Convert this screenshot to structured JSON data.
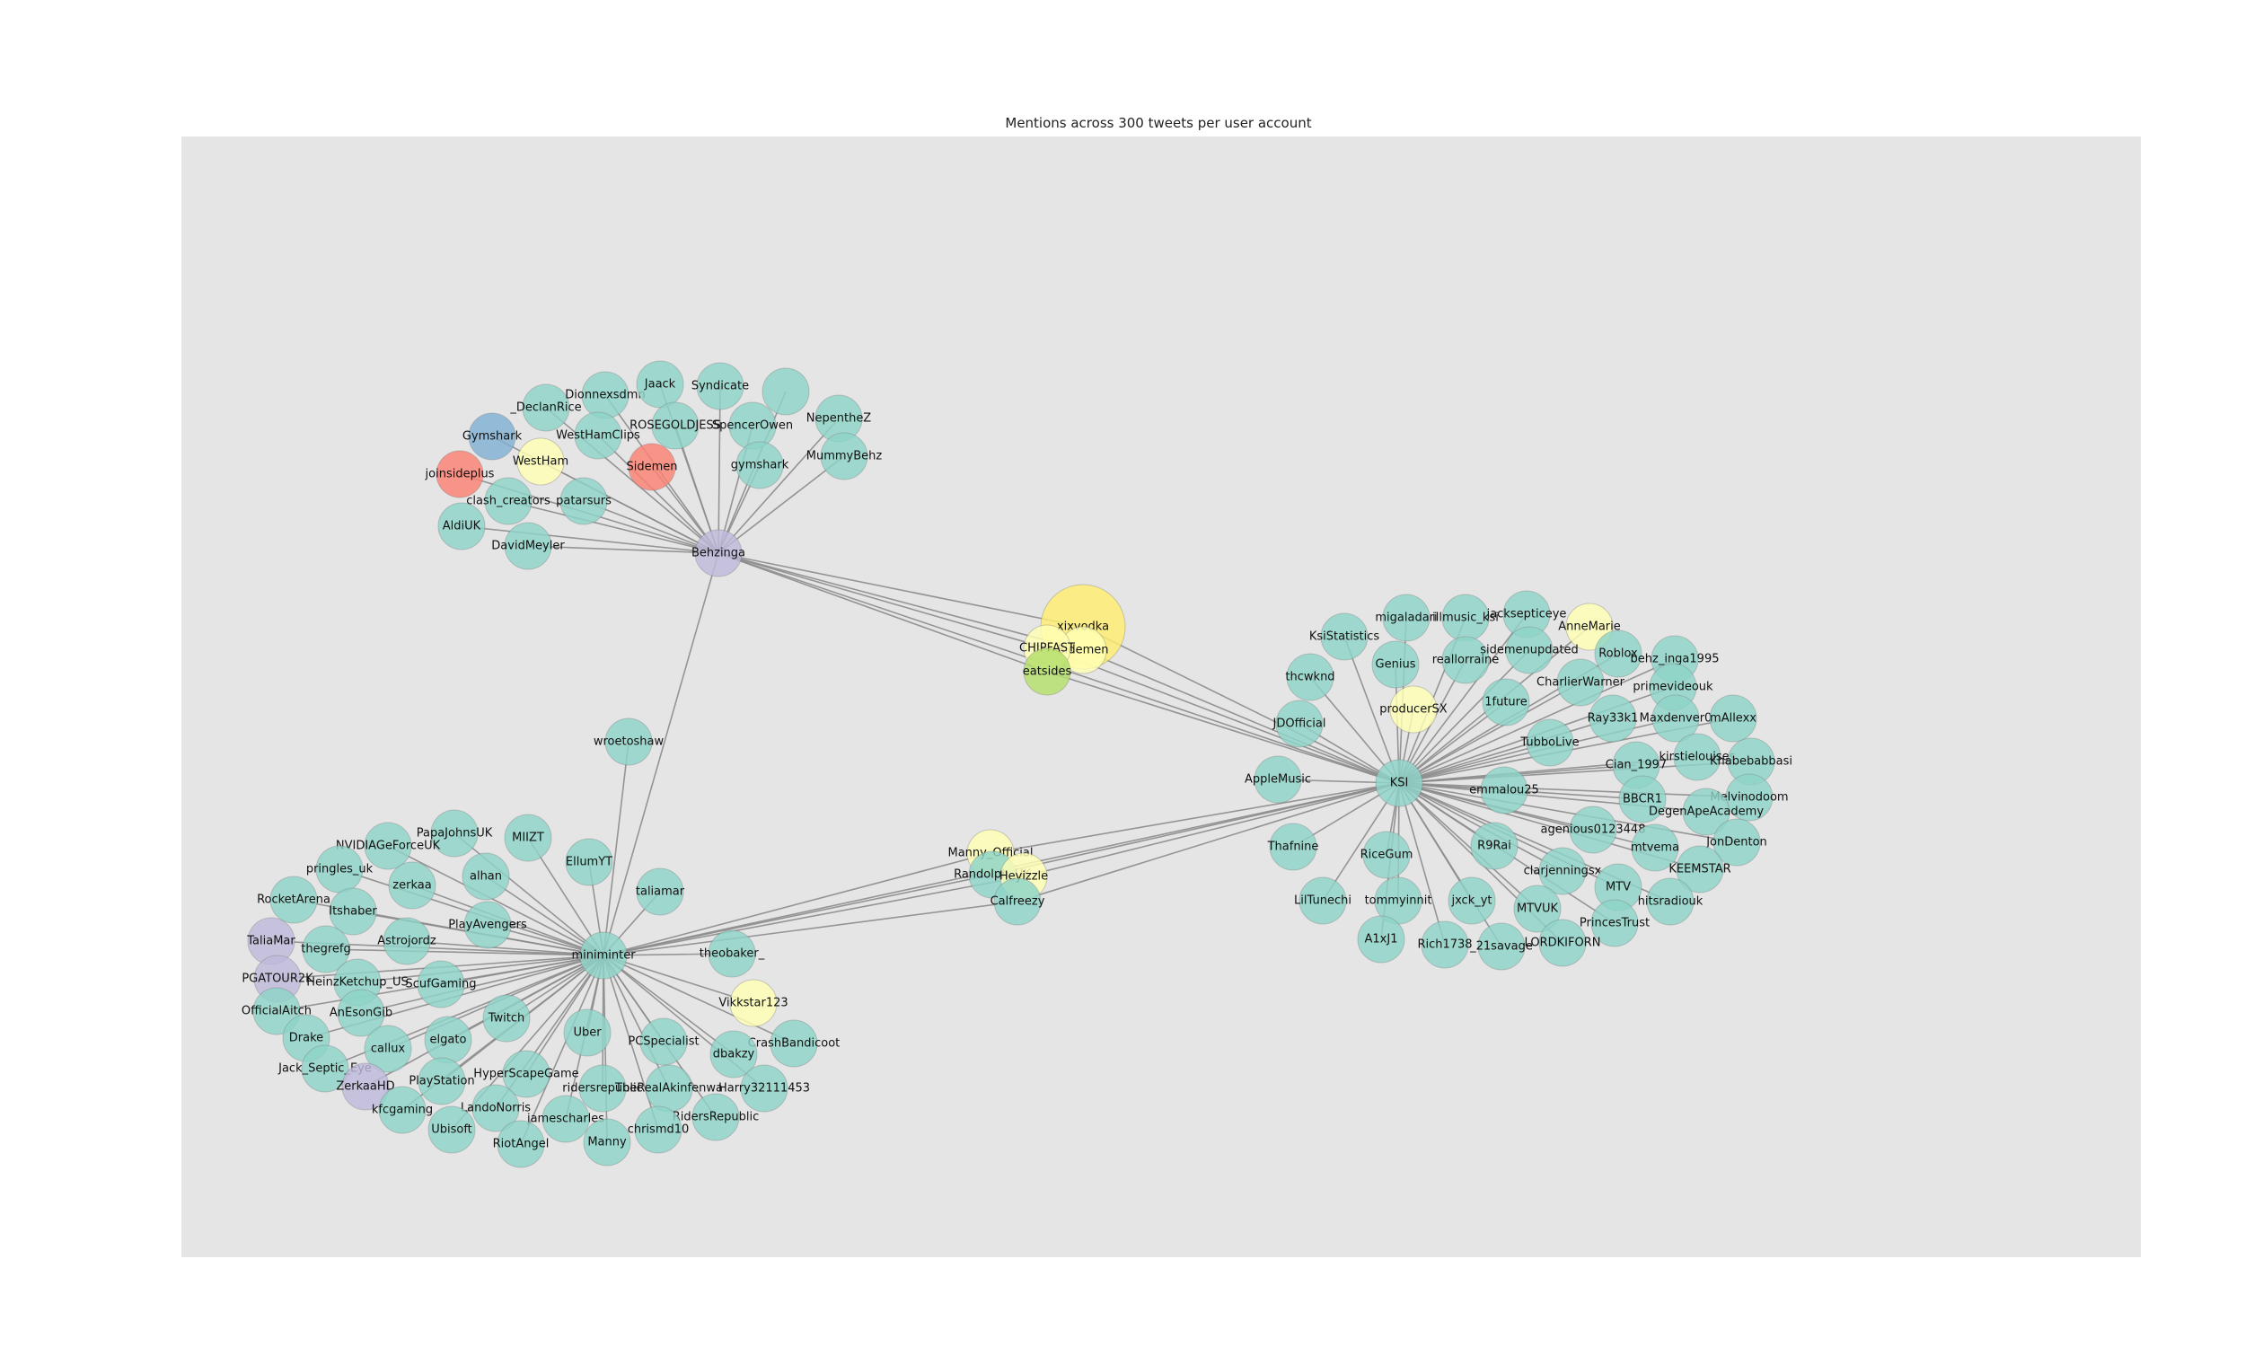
{
  "title": "Mentions across 300 tweets per user account",
  "colors": {
    "background": "#e5e5e5",
    "edge": "#8c8c8c",
    "teal": "#8dd3c7",
    "yellow": "#ffed6f",
    "pale_yellow": "#ffffb3",
    "lavender": "#bebada",
    "salmon": "#fb8072",
    "blue": "#80b1d3",
    "green": "#b3de69"
  },
  "hubs": [
    "Behzinga",
    "miniminter",
    "KSI"
  ],
  "nodes": [
    {
      "id": "Behzinga",
      "color": "lavender"
    },
    {
      "id": "miniminter",
      "color": "teal"
    },
    {
      "id": "KSI",
      "color": "teal"
    },
    {
      "id": "xixvodka",
      "color": "yellow",
      "size": "large"
    },
    {
      "id": "Sidemen",
      "color": "pale_yellow"
    },
    {
      "id": "CHIPFAST",
      "color": "pale_yellow"
    },
    {
      "id": "eatsides",
      "color": "green"
    },
    {
      "id": "wroetoshaw",
      "color": "teal"
    },
    {
      "id": "Manny_Official",
      "color": "pale_yellow"
    },
    {
      "id": "Randolph_UK",
      "color": "teal"
    },
    {
      "id": "Heyizzle",
      "color": "pale_yellow"
    },
    {
      "id": "Calfreezy",
      "color": "teal"
    },
    {
      "id": "Gymshark",
      "color": "blue"
    },
    {
      "id": "WestHam",
      "color": "pale_yellow"
    },
    {
      "id": "joinsideplus",
      "color": "salmon"
    },
    {
      "id": "Sidemen ",
      "color": "salmon"
    },
    {
      "id": "_DeclanRice",
      "color": "teal"
    },
    {
      "id": "Dionnexsdmn",
      "color": "teal"
    },
    {
      "id": "Jaack",
      "color": "teal"
    },
    {
      "id": "Syndicate",
      "color": "teal"
    },
    {
      "id": "",
      "color": "teal"
    },
    {
      "id": "NepentheZ",
      "color": "teal"
    },
    {
      "id": "WestHamClips",
      "color": "teal"
    },
    {
      "id": "ROSEGOLDJESS",
      "color": "teal"
    },
    {
      "id": "SpencerOwen",
      "color": "teal"
    },
    {
      "id": "MummyBehz",
      "color": "teal"
    },
    {
      "id": "gymshark",
      "color": "teal"
    },
    {
      "id": "clash_creators",
      "color": "teal"
    },
    {
      "id": "patarsurs",
      "color": "teal"
    },
    {
      "id": "AldiUK",
      "color": "teal"
    },
    {
      "id": "DavidMeyler",
      "color": "teal"
    },
    {
      "id": "PapaJohnsUK",
      "color": "teal"
    },
    {
      "id": "MIIZT",
      "color": "teal"
    },
    {
      "id": "NVIDIAGeForceUK",
      "color": "teal"
    },
    {
      "id": "EllumYT",
      "color": "teal"
    },
    {
      "id": "pringles_uk",
      "color": "teal"
    },
    {
      "id": "alhan",
      "color": "teal"
    },
    {
      "id": "zerkaa",
      "color": "teal"
    },
    {
      "id": "taliamar",
      "color": "teal"
    },
    {
      "id": "RocketArena",
      "color": "teal"
    },
    {
      "id": "Itshaber",
      "color": "teal"
    },
    {
      "id": "PlayAvengers",
      "color": "teal"
    },
    {
      "id": "TaliaMar",
      "color": "lavender"
    },
    {
      "id": "thegrefg",
      "color": "teal"
    },
    {
      "id": "Astrojordz",
      "color": "teal"
    },
    {
      "id": "theobaker_",
      "color": "teal"
    },
    {
      "id": "PGATOUR2K",
      "color": "lavender"
    },
    {
      "id": "HeinzKetchup_US",
      "color": "teal"
    },
    {
      "id": "ScufGaming",
      "color": "teal"
    },
    {
      "id": "OfficialAitch",
      "color": "teal"
    },
    {
      "id": "AnEsonGib",
      "color": "teal"
    },
    {
      "id": "Twitch",
      "color": "teal"
    },
    {
      "id": "Vikkstar123",
      "color": "pale_yellow"
    },
    {
      "id": "Drake",
      "color": "teal"
    },
    {
      "id": "callux",
      "color": "teal"
    },
    {
      "id": "elgato",
      "color": "teal"
    },
    {
      "id": "Uber",
      "color": "teal"
    },
    {
      "id": "PCSpecialist",
      "color": "teal"
    },
    {
      "id": "CrashBandicoot",
      "color": "teal"
    },
    {
      "id": "Jack_Septic_Eye",
      "color": "teal"
    },
    {
      "id": "dbakzy",
      "color": "teal"
    },
    {
      "id": "ZerkaaHD",
      "color": "lavender"
    },
    {
      "id": "PlayStation",
      "color": "teal"
    },
    {
      "id": "HyperScapeGame",
      "color": "teal"
    },
    {
      "id": "ridersrepublic",
      "color": "teal"
    },
    {
      "id": "TheRealAkinfenwa",
      "color": "teal"
    },
    {
      "id": "Harry32111453",
      "color": "teal"
    },
    {
      "id": "kfcgaming",
      "color": "teal"
    },
    {
      "id": "LandoNorris",
      "color": "teal"
    },
    {
      "id": "jamescharles",
      "color": "teal"
    },
    {
      "id": "RidersRepublic",
      "color": "teal"
    },
    {
      "id": "Ubisoft",
      "color": "teal"
    },
    {
      "id": "chrismd10",
      "color": "teal"
    },
    {
      "id": "RiotAngel",
      "color": "teal"
    },
    {
      "id": "Manny",
      "color": "teal"
    },
    {
      "id": "KsiStatistics",
      "color": "teal"
    },
    {
      "id": "migaladari",
      "color": "teal"
    },
    {
      "id": "illmusic_ksi",
      "color": "teal"
    },
    {
      "id": "jacksepticeye",
      "color": "teal"
    },
    {
      "id": "AnneMarie",
      "color": "pale_yellow"
    },
    {
      "id": "thcwknd",
      "color": "teal"
    },
    {
      "id": "Genius",
      "color": "teal"
    },
    {
      "id": "reallorraine",
      "color": "teal"
    },
    {
      "id": "sidemenupdated",
      "color": "teal"
    },
    {
      "id": "Roblox",
      "color": "teal"
    },
    {
      "id": "behz_inga1995",
      "color": "teal"
    },
    {
      "id": "CharlierWarner",
      "color": "teal"
    },
    {
      "id": "primevideouk",
      "color": "teal"
    },
    {
      "id": "producerSX",
      "color": "pale_yellow"
    },
    {
      "id": "1future",
      "color": "teal"
    },
    {
      "id": "JDOfficial",
      "color": "teal"
    },
    {
      "id": "Ray33k1",
      "color": "teal"
    },
    {
      "id": "Maxdenver0",
      "color": "teal"
    },
    {
      "id": "mAllexx",
      "color": "teal"
    },
    {
      "id": "TubboLive",
      "color": "teal"
    },
    {
      "id": "kirstielouises",
      "color": "teal"
    },
    {
      "id": "Khabebabbasi",
      "color": "teal"
    },
    {
      "id": "AppleMusic",
      "color": "teal"
    },
    {
      "id": "Cian_1997",
      "color": "teal"
    },
    {
      "id": "emmalou25",
      "color": "teal"
    },
    {
      "id": "BBCR1",
      "color": "teal"
    },
    {
      "id": "Melvinodoom",
      "color": "teal"
    },
    {
      "id": "DegenApeAcademy",
      "color": "teal"
    },
    {
      "id": "agenious0123448",
      "color": "teal"
    },
    {
      "id": "Thafnine",
      "color": "teal"
    },
    {
      "id": "R9Rai",
      "color": "teal"
    },
    {
      "id": "mtvema",
      "color": "teal"
    },
    {
      "id": "JonDenton",
      "color": "teal"
    },
    {
      "id": "RiceGum",
      "color": "teal"
    },
    {
      "id": "clarjenningsx",
      "color": "teal"
    },
    {
      "id": "KEEMSTAR",
      "color": "teal"
    },
    {
      "id": "MTV",
      "color": "teal"
    },
    {
      "id": "LilTunechi",
      "color": "teal"
    },
    {
      "id": "tommyinnit",
      "color": "teal"
    },
    {
      "id": "jxck_yt",
      "color": "teal"
    },
    {
      "id": "hitsradiouk",
      "color": "teal"
    },
    {
      "id": "MTVUK",
      "color": "teal"
    },
    {
      "id": "PrincesTrust",
      "color": "teal"
    },
    {
      "id": "A1xJ1",
      "color": "teal"
    },
    {
      "id": "Rich1738",
      "color": "teal"
    },
    {
      "id": "_21savage",
      "color": "teal"
    },
    {
      "id": "LORDKIFORN",
      "color": "teal"
    }
  ]
}
